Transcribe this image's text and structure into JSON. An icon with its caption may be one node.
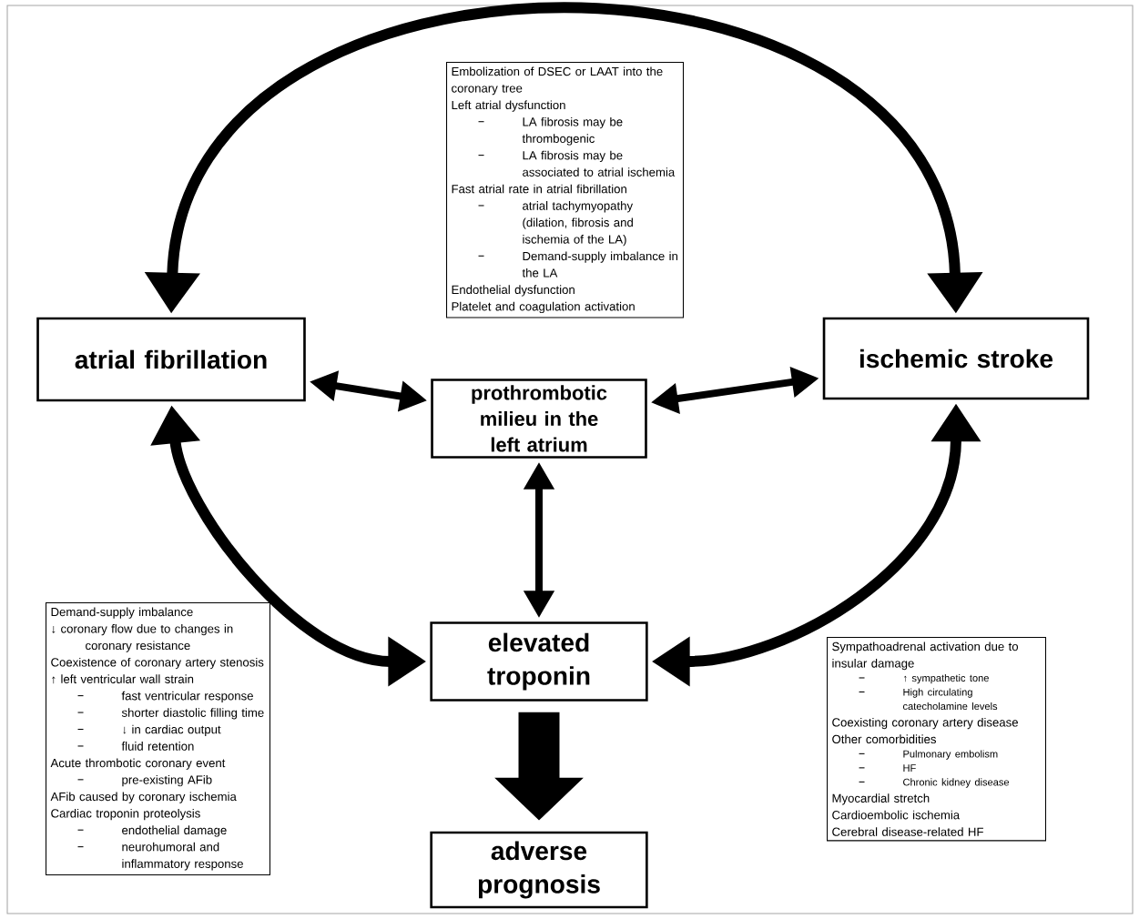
{
  "diagram": {
    "nodes": [
      {
        "text": [
          "atrial fibrillation"
        ]
      },
      {
        "text": [
          "ischemic stroke"
        ]
      },
      {
        "text": [
          "prothrombotic milieu in the left atrium"
        ]
      },
      {
        "text": [
          "elevated troponin"
        ]
      },
      {
        "text": [
          "adverse prognosis"
        ]
      },
      {
        "text": [
          "Embolization of DSEC or LAAT into the coronary tree",
          "Left atrial dysfunction",
          "LA fibrosis may be thrombogenic",
          "LA fibrosis may be associated to atrial ischemia",
          "Fast atrial rate in atrial fibrillation",
          "atrial tachymyopathy (dilation, fibrosis and ischemia of the LA)",
          "Demand-supply imbalance in the LA",
          "Endothelial dysfunction",
          "Platelet and coagulation activation"
        ]
      },
      {
        "text": [
          "Demand-supply imbalance",
          "↓ coronary flow due to changes in coronary resistance",
          "Coexistence of coronary artery stenosis",
          "↑ left ventricular wall strain",
          "fast ventricular response",
          "shorter diastolic filling time",
          "↓ in cardiac output",
          "fluid retention",
          "Acute thrombotic coronary event",
          "pre-existing AFib",
          "AFib caused by coronary ischemia",
          "Cardiac troponin proteolysis",
          "endothelial damage",
          "neurohumoral and inflammatory response"
        ]
      },
      {
        "text": [
          "Sympathoadrenal activation due to insular damage",
          "↑ sympathetic tone",
          "High circulating catecholamine levels",
          "Coexisting coronary artery disease",
          "Other comorbidities",
          "Pulmonary embolism",
          "HF",
          "Chronic kidney disease",
          "Myocardial stretch",
          "Cardioembolic ischemia",
          "Cerebral disease-related HF"
        ]
      }
    ],
    "edges": [
      {
        "from": 0,
        "to": 1,
        "arrow": "both"
      },
      {
        "from": 0,
        "to": 2,
        "arrow": "both"
      },
      {
        "from": 1,
        "to": 2,
        "arrow": "both"
      },
      {
        "from": 0,
        "to": 3,
        "arrow": "both"
      },
      {
        "from": 1,
        "to": 3,
        "arrow": "both"
      },
      {
        "from": 2,
        "to": 3,
        "arrow": "both"
      },
      {
        "from": 3,
        "to": 4,
        "arrow": "to",
        "style": "thick"
      }
    ]
  }
}
